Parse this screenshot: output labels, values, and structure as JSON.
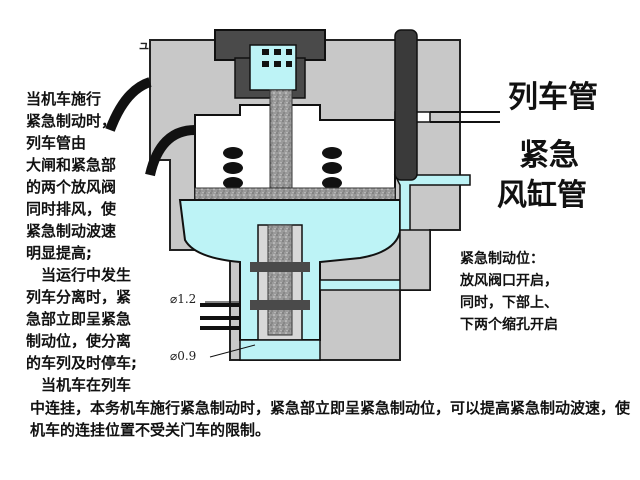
{
  "texts": {
    "top_fragment": "ュ",
    "left_paragraph": "当机车施行\n紧急制动时，\n列车管由\n大闸和紧急部\n的两个放风阀\n同时排风，使\n紧急制动波速\n明显提高;\n　当运行中发生\n列车分离时，紧\n急部立即呈紧急\n制动位，使分离\n的车列及时停车;\n　当机车在列车",
    "bottom_paragraph": "中连挂，本务机车施行紧急制动时，紧急部立即呈紧急制动位，可以提高紧急制动波速，使机车的连挂位置不受关门车的限制。",
    "label_train_pipe": "列车管",
    "label_emergency_reservoir_line1": "紧急",
    "label_emergency_reservoir_line2": "风缸管",
    "right_paragraph": "紧急制动位：\n放风阀口开启，\n同时，下部上、\n下两个缩孔开启",
    "dim_upper": "⌀1.2",
    "dim_lower": "⌀0.9"
  },
  "colors": {
    "body_gray": "#c8c8c8",
    "dark_gray": "#4a4a4a",
    "fluid_cyan": "#bdf3f6",
    "fluid_cyan_dark": "#6fd3de",
    "stem_speckle": "#8f8f8f",
    "black": "#111111"
  }
}
